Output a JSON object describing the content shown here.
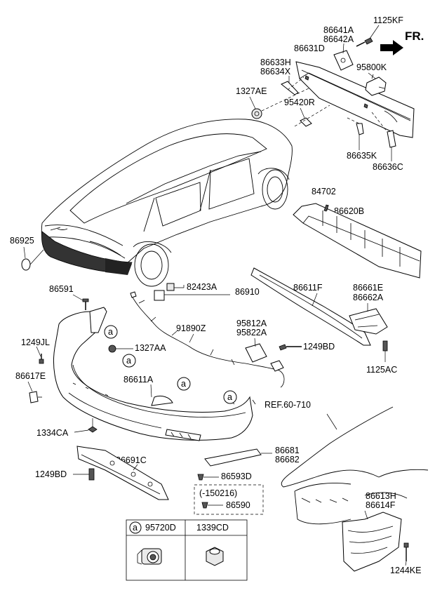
{
  "direction_label": "FR.",
  "ref_label": "REF.60-710",
  "parts": {
    "p1125KF": "1125KF",
    "p86641A": "86641A",
    "p86642A": "86642A",
    "p86631D": "86631D",
    "p86633H": "86633H",
    "p86634X": "86634X",
    "p95800K": "95800K",
    "p1327AE": "1327AE",
    "p95420R": "95420R",
    "p86635K": "86635K",
    "p86636C": "86636C",
    "p84702": "84702",
    "p86620B": "86620B",
    "p86925": "86925",
    "p86591": "86591",
    "p82423A": "82423A",
    "p86910": "86910",
    "p86611F": "86611F",
    "p86661E": "86661E",
    "p86662A": "86662A",
    "p91890Z": "91890Z",
    "p95812A": "95812A",
    "p95822A": "95822A",
    "p1249JL": "1249JL",
    "p1327AA": "1327AA",
    "p1249BD_a": "1249BD",
    "p1125AC": "1125AC",
    "p86617E": "86617E",
    "p86611A": "86611A",
    "p1334CA": "1334CA",
    "p86681": "86681",
    "p86682": "86682",
    "p86691C": "86691C",
    "p1249BD_b": "1249BD",
    "p86593D": "86593D",
    "p150216": "(-150216)",
    "p86590": "86590",
    "p86613H": "86613H",
    "p86614F": "86614F",
    "p1244KE": "1244KE"
  },
  "callout": "a",
  "legend": {
    "col1_letter": "a",
    "col1_part": "95720D",
    "col2_part": "1339CD"
  }
}
